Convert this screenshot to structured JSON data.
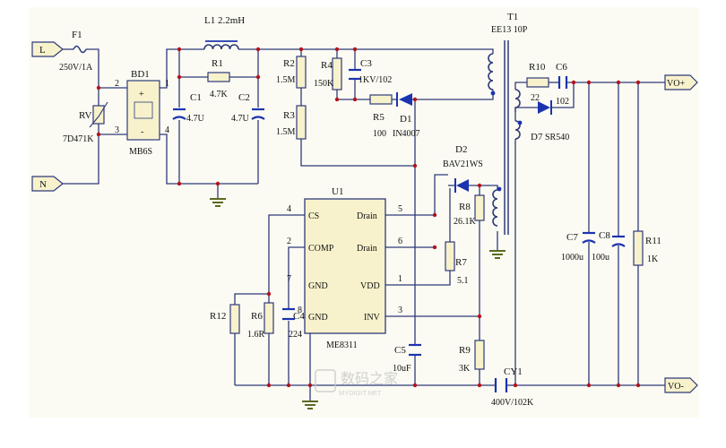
{
  "colors": {
    "background": "#ffffff",
    "panel": "#fbfbf3",
    "wire": "#2f3a7a",
    "component_fill": "#f7f2cc",
    "node": "#b3121a",
    "ground": "#5a6a20",
    "diode_fill": "#1c33b0",
    "cap_plate": "#1c33b0",
    "terminal_fill": "#f7f2cc"
  },
  "terminals": {
    "L": "L",
    "N": "N",
    "vo_pos": "VO+",
    "vo_neg": "VO-"
  },
  "components": {
    "f1_ref": "F1",
    "f1_val": "250V/1A",
    "rv_ref": "RV",
    "rv_val": "7D471K",
    "bd1_ref": "BD1",
    "bd1_val": "MB6S",
    "bd1_pin2": "2",
    "bd1_pin1": "1",
    "bd1_pin3": "3",
    "bd1_pin4": "4",
    "l1_label": "L1  2.2mH",
    "r1_ref": "R1",
    "r1_val": "4.7K",
    "c1_ref": "C1",
    "c1_val": "4.7U",
    "c2_ref": "C2",
    "c2_val": "4.7U",
    "r2_ref": "R2",
    "r2_val": "1.5M",
    "r3_ref": "R3",
    "r3_val": "1.5M",
    "r4_ref": "R4",
    "r4_val": "150K",
    "c3_ref": "C3",
    "c3_val": "1KV/102",
    "r5_ref": "R5",
    "r5_val": "100",
    "d1_ref": "D1",
    "d1_val": "IN4007",
    "t1_ref": "T1",
    "t1_val": "EE13  10P",
    "r10_ref": "R10",
    "r10_val": "22",
    "c6_ref": "C6",
    "c6_val": "102",
    "d7_ref": "D7",
    "d7_val": "SR540",
    "d2_ref": "D2",
    "d2_val": "BAV21WS",
    "r8_ref": "R8",
    "r8_val": "26.1K",
    "r7_ref": "R7",
    "r7_val": "5.1",
    "r9_ref": "R9",
    "r9_val": "3K",
    "c5_ref": "C5",
    "c5_val": "10uF",
    "cy1_ref": "CY1",
    "cy1_val": "400V/102K",
    "c7_ref": "C7",
    "c7_val": "1000u",
    "c8_ref": "C8",
    "c8_val": "100u",
    "r11_ref": "R11",
    "r11_val": "1K",
    "r12_ref": "R12",
    "r6_ref": "R6",
    "r6_val": "1.6R",
    "c4_ref": "C4",
    "c4_val": "224"
  },
  "ic": {
    "ref": "U1",
    "name": "ME8311",
    "pins": [
      {
        "num": "4",
        "name": "CS"
      },
      {
        "num": "2",
        "name": "COMP"
      },
      {
        "num": "7",
        "name": "GND"
      },
      {
        "num": "8",
        "name": "GND"
      },
      {
        "num": "5",
        "name": "Drain"
      },
      {
        "num": "6",
        "name": "Drain"
      },
      {
        "num": "1",
        "name": "VDD"
      },
      {
        "num": "3",
        "name": "INV"
      }
    ]
  },
  "watermark": {
    "line1": "数码之家",
    "line2": "MYDIGIT.NET"
  }
}
